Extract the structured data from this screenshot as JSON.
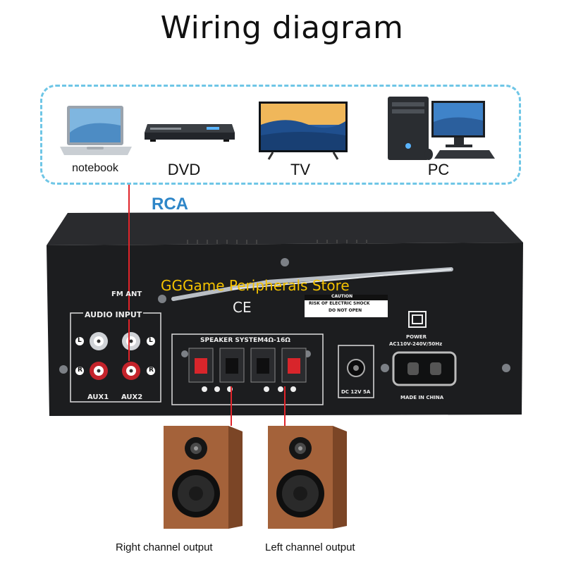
{
  "title": "Wiring diagram",
  "sources": [
    {
      "label": "notebook",
      "icon": "laptop-icon"
    },
    {
      "label": "DVD",
      "icon": "dvd-player-icon"
    },
    {
      "label": "TV",
      "icon": "tv-icon"
    },
    {
      "label": "PC",
      "icon": "desktop-pc-icon"
    }
  ],
  "rca_label": "RCA",
  "watermark": "GGGame Peripherals Store",
  "amplifier": {
    "fm_ant": "FM ANT",
    "audio_input": "AUDIO INPUT",
    "aux1": "AUX1",
    "aux2": "AUX2",
    "left_marker": "L",
    "right_marker": "R",
    "speaker_system": "SPEAKER SYSTEM4Ω-16Ω",
    "caution_title": "CAUTION",
    "caution_line1": "RISK OF ELECTRIC SHOCK",
    "caution_line2": "DO NOT OPEN",
    "ce_mark": "CE",
    "power_label": "POWER",
    "ac_rating": "AC110V-240V/50Hz",
    "dc_label": "DC 12V 5A",
    "made_in": "MADE IN CHINA"
  },
  "outputs": {
    "right": "Right channel output",
    "left": "Left channel output"
  },
  "colors": {
    "accent_blue": "#2e86c8",
    "dashed_border": "#6fc6e6",
    "wire_red": "#e0242a",
    "watermark": "#f4c200",
    "panel": "#1c1d1f",
    "wood": "#a4623a"
  }
}
